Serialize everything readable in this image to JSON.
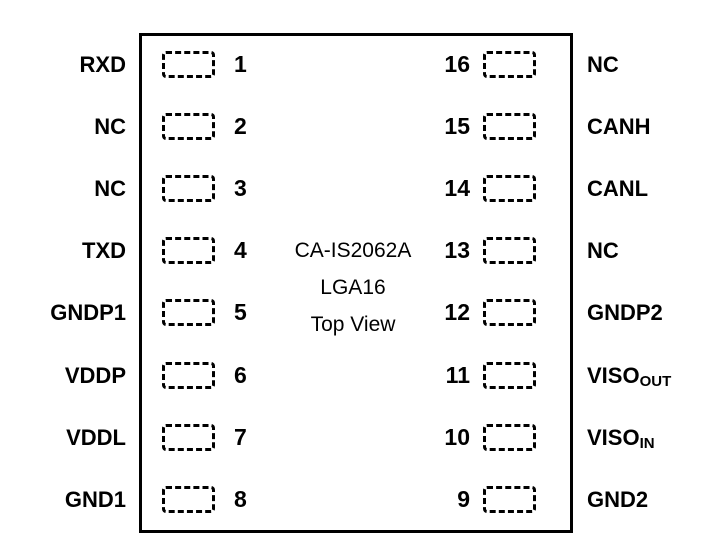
{
  "diagram": {
    "title": "CA-IS2062A LGA16 Top View pinout",
    "center_text": {
      "line1": "CA-IS2062A",
      "line2": "LGA16",
      "line3": "Top View"
    },
    "colors": {
      "outline": "#000000",
      "pad_border": "#000000",
      "text": "#000000",
      "background": "#ffffff"
    }
  },
  "pins": {
    "left": [
      {
        "number": "1",
        "label": "RXD",
        "sub": ""
      },
      {
        "number": "2",
        "label": "NC",
        "sub": ""
      },
      {
        "number": "3",
        "label": "NC",
        "sub": ""
      },
      {
        "number": "4",
        "label": "TXD",
        "sub": ""
      },
      {
        "number": "5",
        "label": "GNDP1",
        "sub": ""
      },
      {
        "number": "6",
        "label": "VDDP",
        "sub": ""
      },
      {
        "number": "7",
        "label": "VDDL",
        "sub": ""
      },
      {
        "number": "8",
        "label": "GND1",
        "sub": ""
      }
    ],
    "right": [
      {
        "number": "16",
        "label": "NC",
        "sub": ""
      },
      {
        "number": "15",
        "label": "CANH",
        "sub": ""
      },
      {
        "number": "14",
        "label": "CANL",
        "sub": ""
      },
      {
        "number": "13",
        "label": "NC",
        "sub": ""
      },
      {
        "number": "12",
        "label": "GNDP2",
        "sub": ""
      },
      {
        "number": "11",
        "label": "VISO",
        "sub": "OUT"
      },
      {
        "number": "10",
        "label": "VISO",
        "sub": "IN"
      },
      {
        "number": "9",
        "label": "GND2",
        "sub": ""
      }
    ]
  }
}
